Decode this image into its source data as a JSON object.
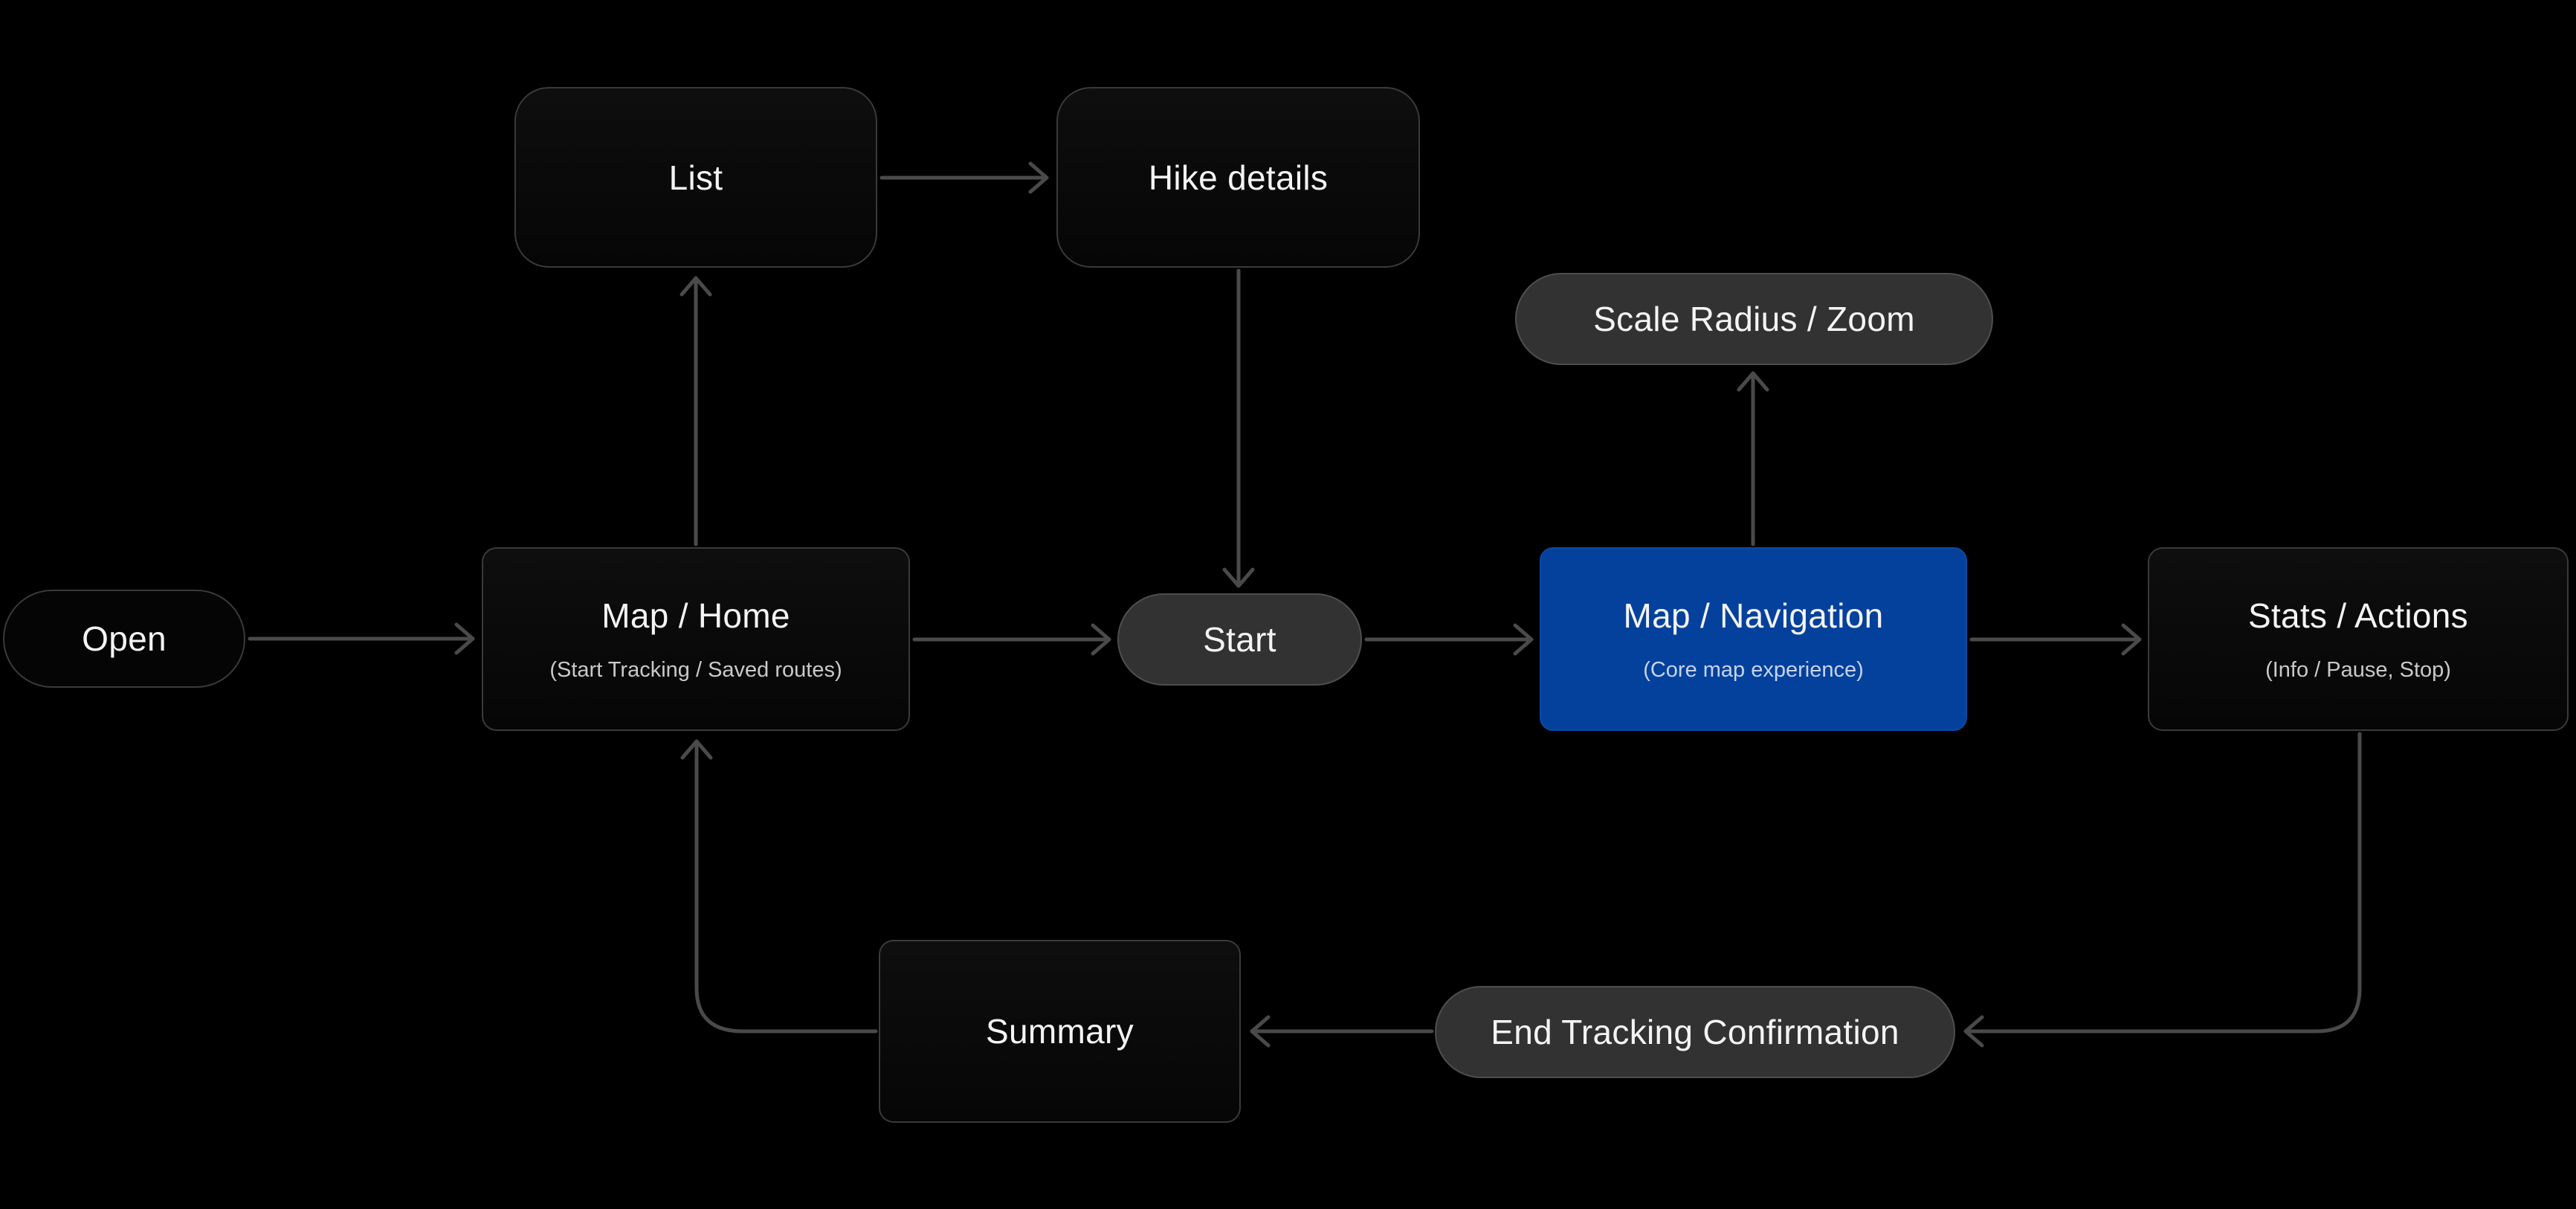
{
  "diagram": {
    "background_color": "#000000",
    "arrow_color": "#4a4a4a",
    "accent_color": "#04419c",
    "nodes": {
      "open": {
        "label": "Open"
      },
      "map_home": {
        "label": "Map / Home",
        "sublabel": "(Start Tracking / Saved routes)"
      },
      "list": {
        "label": "List"
      },
      "hike_details": {
        "label": "Hike details"
      },
      "scale_radius_zoom": {
        "label": "Scale Radius / Zoom"
      },
      "start": {
        "label": "Start"
      },
      "map_navigation": {
        "label": "Map / Navigation",
        "sublabel": "(Core map experience)"
      },
      "stats_actions": {
        "label": "Stats / Actions",
        "sublabel": "(Info / Pause, Stop)"
      },
      "end_tracking_confirmation": {
        "label": "End Tracking Confirmation"
      },
      "summary": {
        "label": "Summary"
      }
    },
    "edges": [
      {
        "from": "open",
        "to": "map_home"
      },
      {
        "from": "map_home",
        "to": "list"
      },
      {
        "from": "list",
        "to": "hike_details"
      },
      {
        "from": "hike_details",
        "to": "start"
      },
      {
        "from": "map_home",
        "to": "start"
      },
      {
        "from": "start",
        "to": "map_navigation"
      },
      {
        "from": "map_navigation",
        "to": "scale_radius_zoom"
      },
      {
        "from": "map_navigation",
        "to": "stats_actions"
      },
      {
        "from": "stats_actions",
        "to": "end_tracking_confirmation"
      },
      {
        "from": "end_tracking_confirmation",
        "to": "summary"
      },
      {
        "from": "summary",
        "to": "map_home"
      }
    ]
  }
}
